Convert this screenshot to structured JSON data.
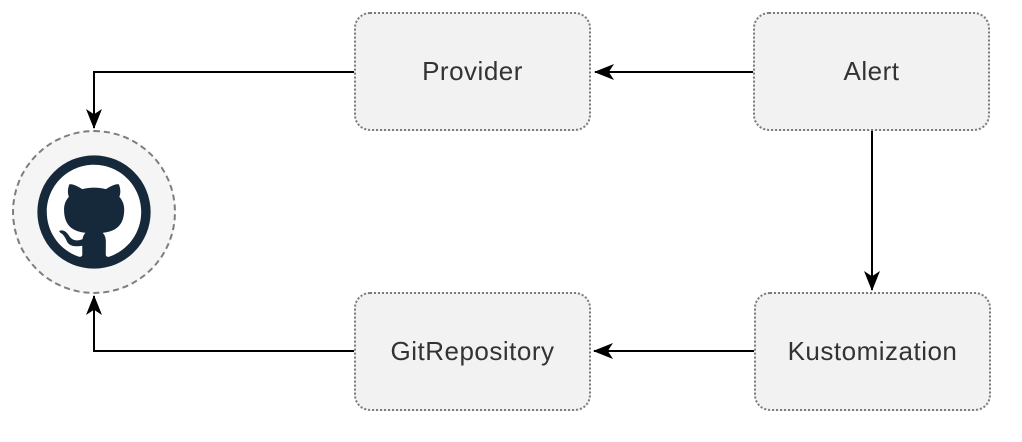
{
  "diagram": {
    "type": "flowchart",
    "background": "#ffffff",
    "nodes": [
      {
        "id": "github",
        "label": "",
        "shape": "dashed-circle",
        "icon": "github-octocat-icon"
      },
      {
        "id": "provider",
        "label": "Provider",
        "shape": "rounded-rect-dotted"
      },
      {
        "id": "alert",
        "label": "Alert",
        "shape": "rounded-rect-dotted"
      },
      {
        "id": "gitrepository",
        "label": "GitRepository",
        "shape": "rounded-rect-dotted"
      },
      {
        "id": "kustomization",
        "label": "Kustomization",
        "shape": "rounded-rect-dotted"
      }
    ],
    "edges": [
      {
        "from": "alert",
        "to": "provider",
        "style": "solid-black-arrow"
      },
      {
        "from": "alert",
        "to": "kustomization",
        "style": "solid-black-arrow"
      },
      {
        "from": "kustomization",
        "to": "gitrepository",
        "style": "solid-black-arrow"
      },
      {
        "from": "provider",
        "to": "github",
        "style": "solid-black-arrow-elbow"
      },
      {
        "from": "gitrepository",
        "to": "github",
        "style": "solid-black-arrow-elbow"
      }
    ],
    "colors": {
      "node_fill": "#f2f2f2",
      "node_border": "#7a7a7a",
      "label_text": "#333333",
      "arrow": "#000000",
      "github_mark": "#16293b",
      "github_circle_fill": "#f5f5f5",
      "github_circle_border": "#7d7d7d"
    }
  }
}
